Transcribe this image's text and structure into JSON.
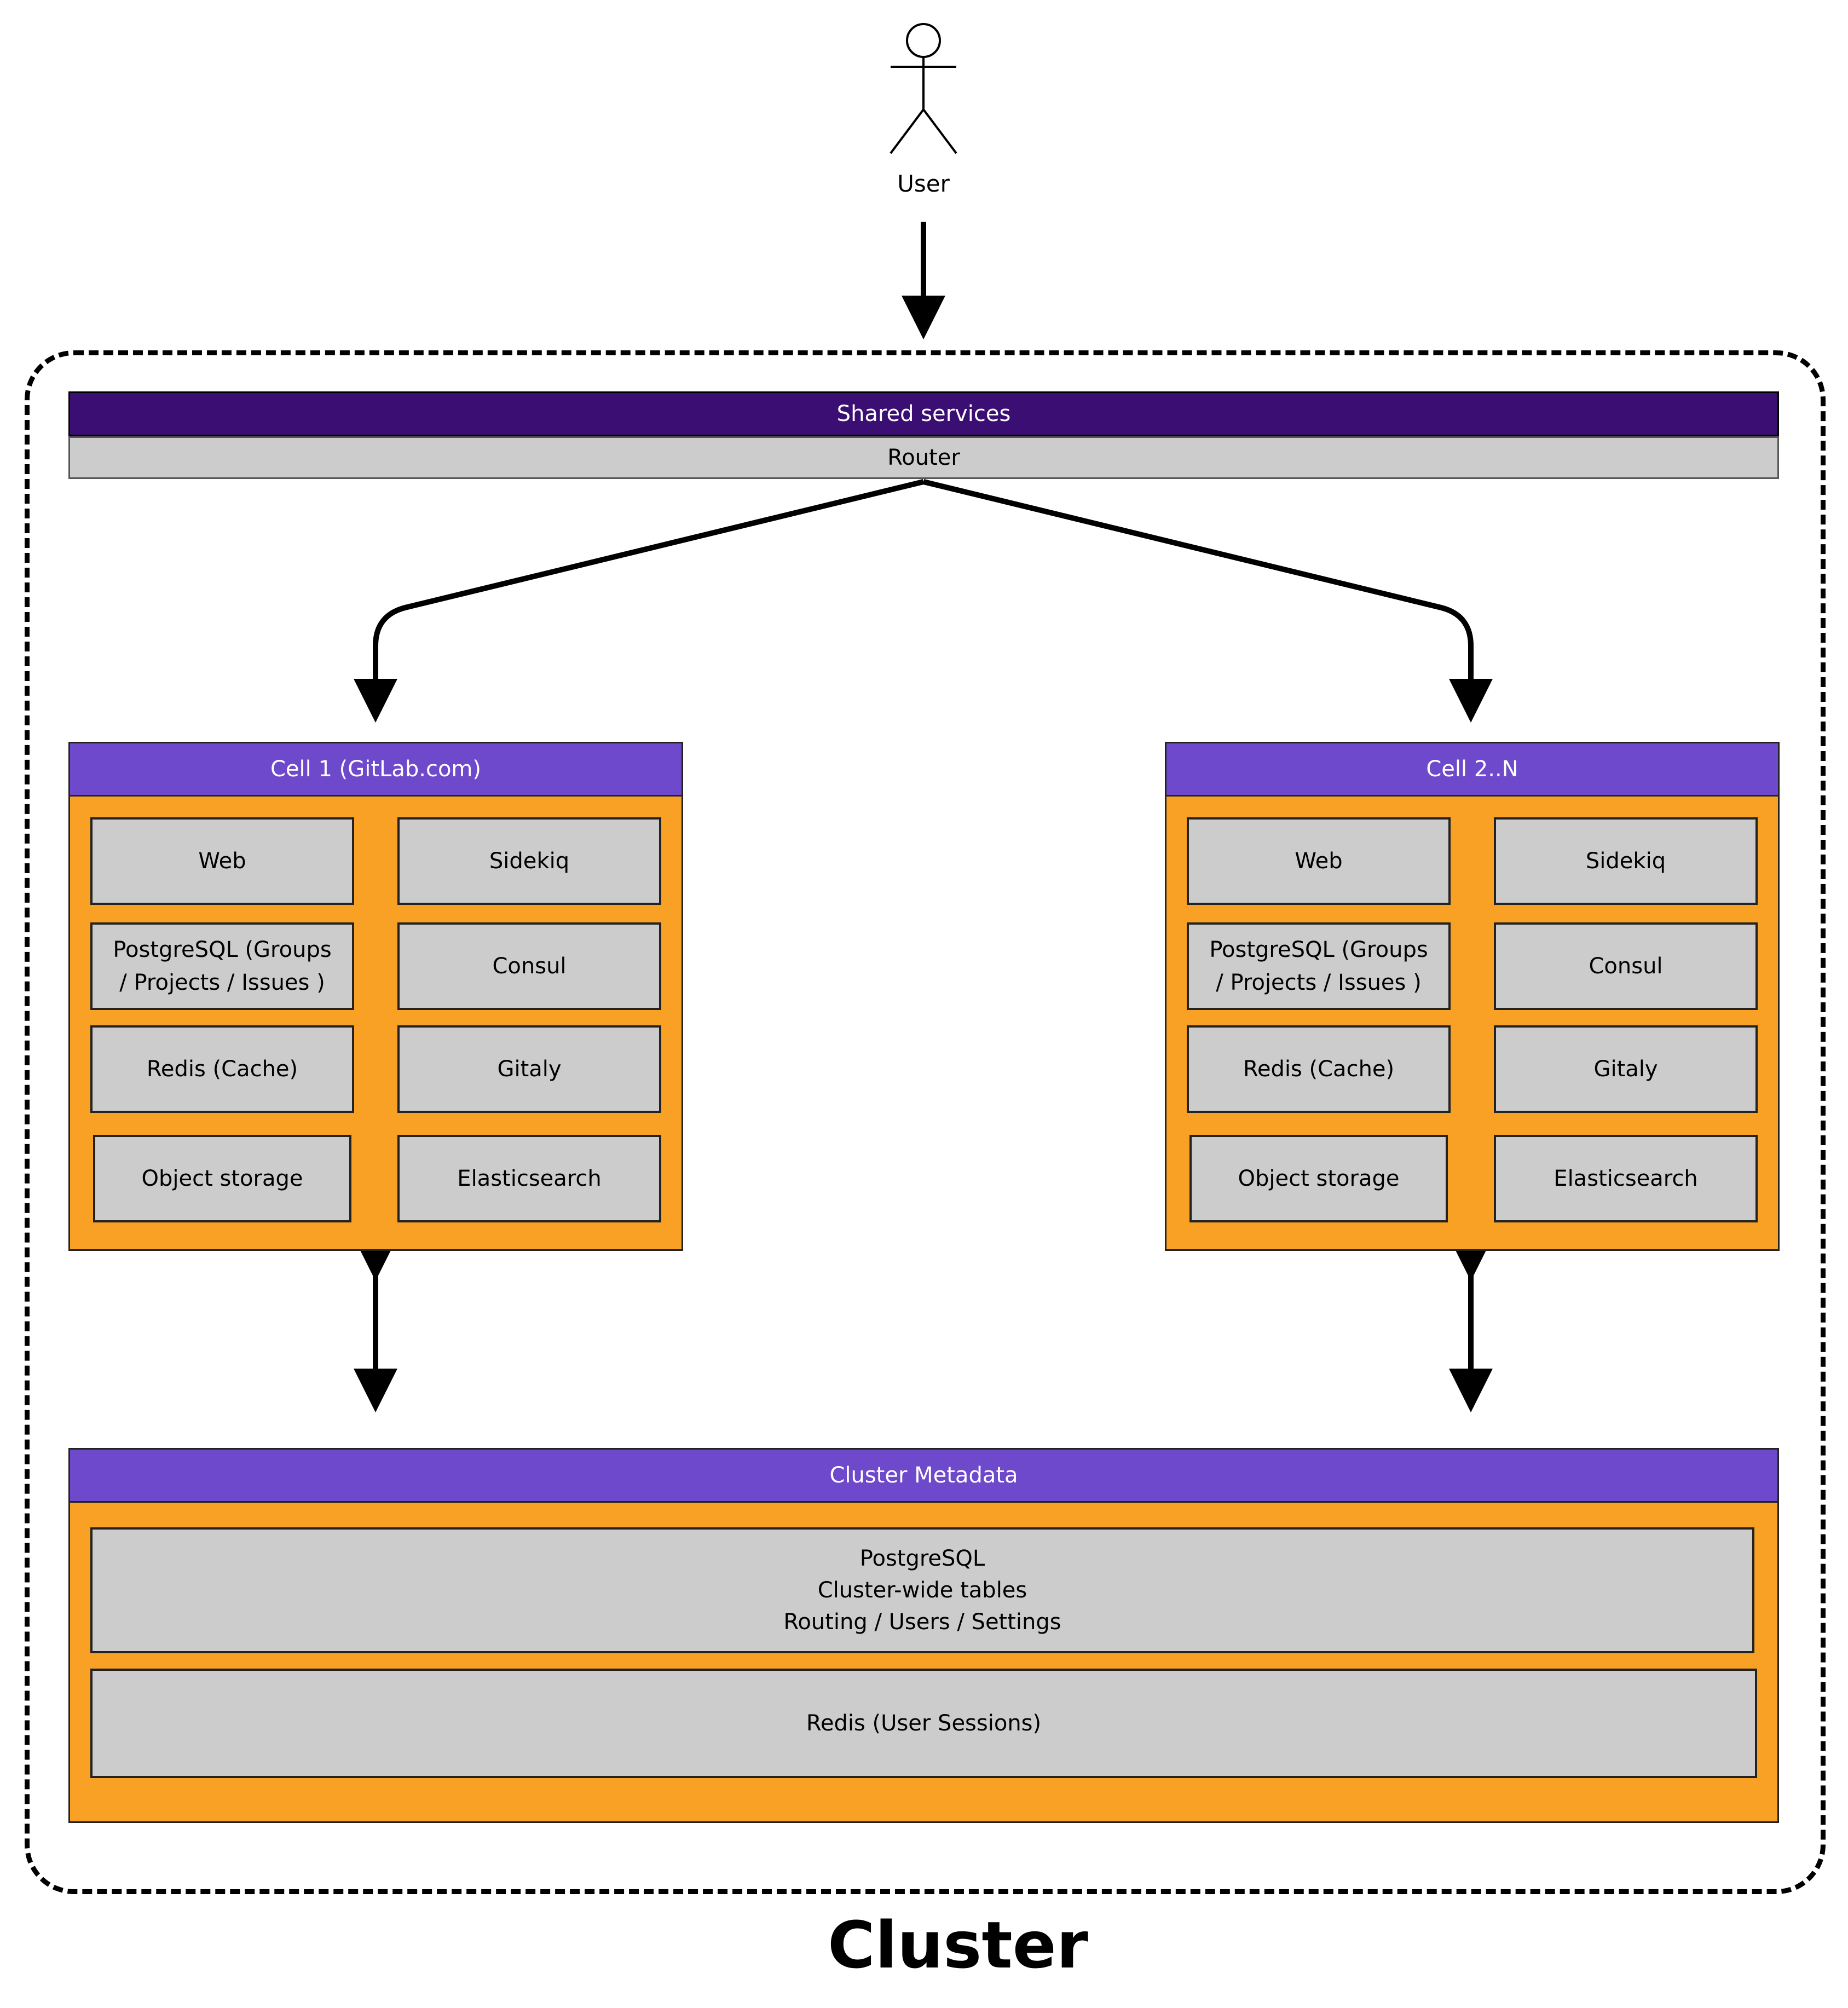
{
  "user": {
    "label": "User",
    "icon": "stick-figure-user-icon"
  },
  "shared_services": {
    "title": "Shared services",
    "router": "Router"
  },
  "cells": [
    {
      "title": "Cell 1 (GitLab.com)",
      "components": [
        "Web",
        "Sidekiq",
        "PostgreSQL (Groups / Projects / Issues )",
        "Consul",
        "Redis (Cache)",
        "Gitaly",
        "Object storage",
        "Elasticsearch"
      ]
    },
    {
      "title": "Cell 2..N",
      "components": [
        "Web",
        "Sidekiq",
        "PostgreSQL (Groups / Projects / Issues )",
        "Consul",
        "Redis (Cache)",
        "Gitaly",
        "Object storage",
        "Elasticsearch"
      ]
    }
  ],
  "cluster_metadata": {
    "title": "Cluster Metadata",
    "postgres_lines": [
      "PostgreSQL",
      "Cluster-wide tables",
      "Routing / Users / Settings"
    ],
    "redis": "Redis (User Sessions)"
  },
  "cluster_label": "Cluster",
  "colors": {
    "shared_header": "#3a0e72",
    "cell_header": "#6e49cb",
    "cell_body": "#f8a124",
    "component": "#cccccc"
  }
}
